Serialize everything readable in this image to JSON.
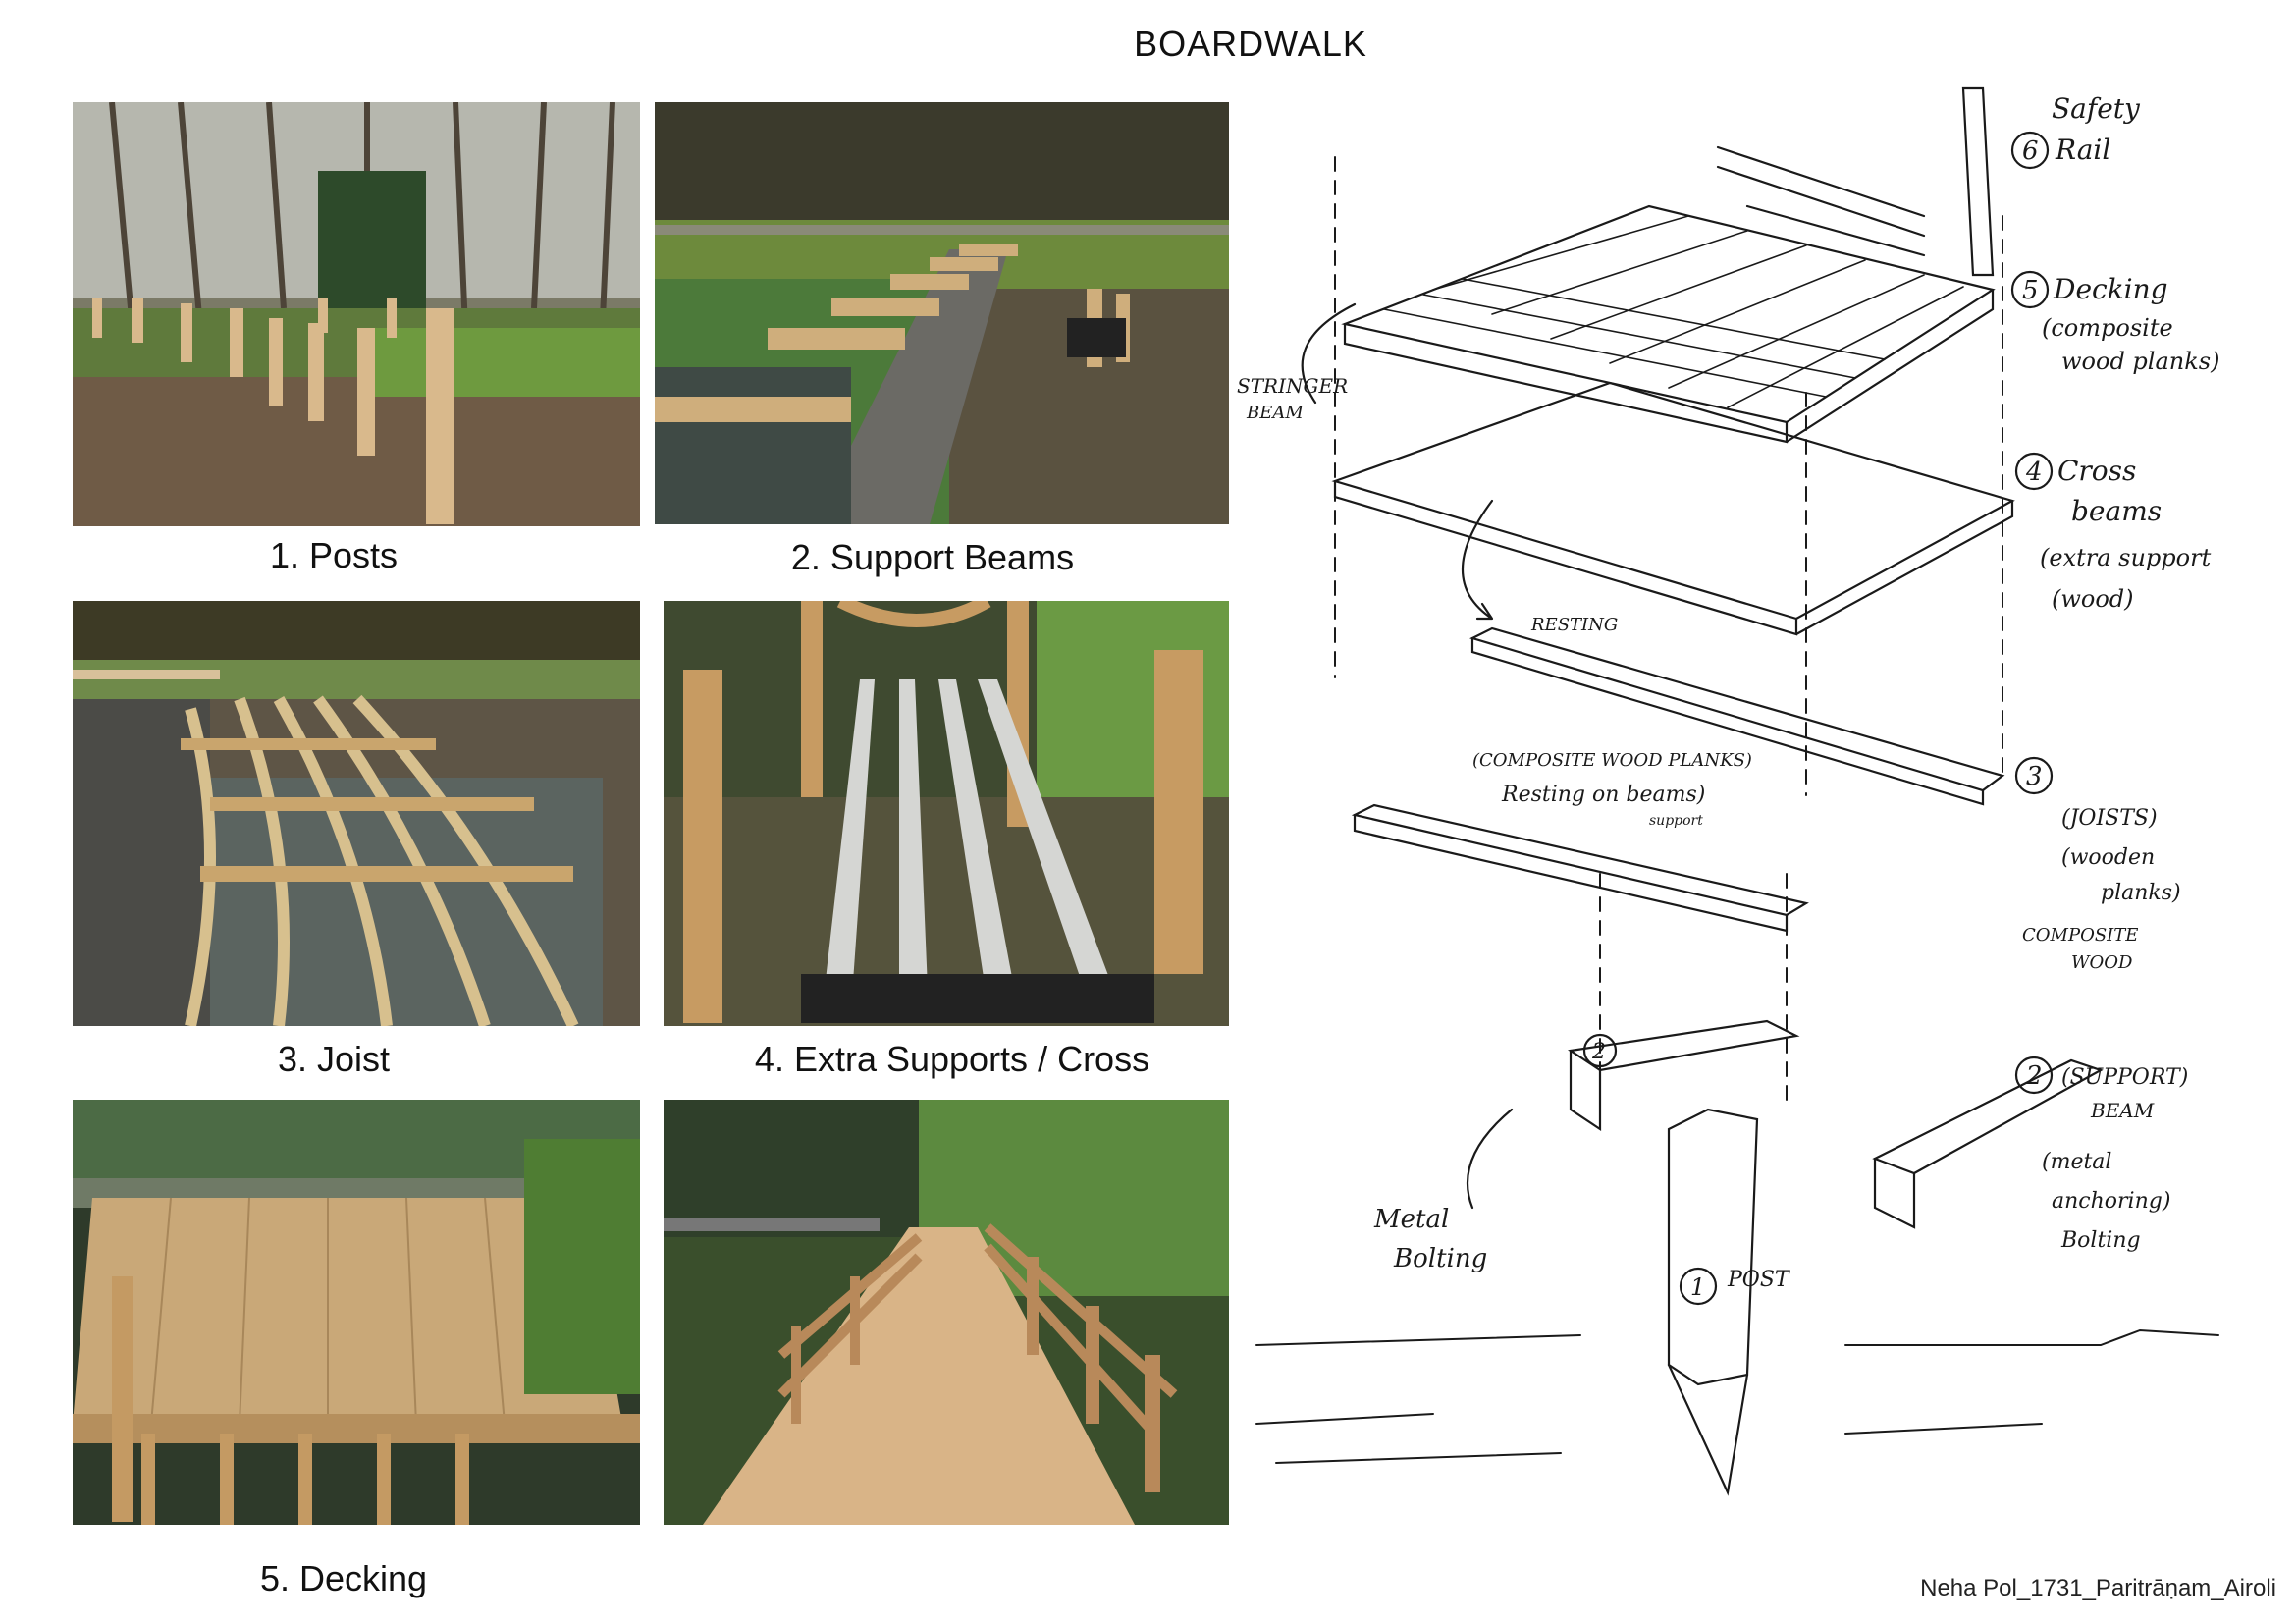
{
  "page": {
    "title": "BOARDWALK",
    "credit": "Neha Pol_1731_Paritrāṇam_Airoli"
  },
  "photos": [
    {
      "caption": "1. Posts",
      "subject": "wooden posts driven into ground in woodland"
    },
    {
      "caption": "2. Support Beams",
      "subject": "horizontal support beams across wet ground"
    },
    {
      "caption": "3. Joist",
      "subject": "curved timber joists over marsh"
    },
    {
      "caption": "4. Extra Supports / Cross",
      "subject": "composite joists with posts over water"
    },
    {
      "caption": "5. Decking",
      "subject": "decking planks being laid"
    },
    {
      "caption": "",
      "subject": "completed boardwalk with wooden rail"
    }
  ],
  "sketch": {
    "labels": {
      "safety_rail_num": "6",
      "safety_rail_1": "Safety",
      "safety_rail_2": "Rail",
      "decking_num": "5",
      "decking_1": "Decking",
      "decking_2": "(composite",
      "decking_3": "wood planks)",
      "stringer_1": "STRINGER",
      "stringer_2": "BEAM",
      "cross_num": "4",
      "cross_1": "Cross",
      "cross_2": "beams",
      "cross_3": "(extra support",
      "cross_4": "(wood)",
      "resting": "RESTING",
      "composite_1": "(COMPOSITE WOOD PLANKS)",
      "composite_2": "Resting on beams)",
      "composite_3": "support",
      "joist_num": "3",
      "joist_1": "(JOISTS)",
      "joist_2": "(wooden",
      "joist_3": "planks)",
      "joist_4": "COMPOSITE",
      "joist_5": "WOOD",
      "beam_num": "2",
      "beam_1": "(SUPPORT)",
      "beam_2": "BEAM",
      "beam_3": "(metal",
      "beam_4": "anchoring)",
      "beam_5": "Bolting",
      "metal_1": "Metal",
      "metal_2": "Bolting",
      "post_num": "1",
      "post_1": "POST",
      "left_beam_num": "2"
    }
  }
}
